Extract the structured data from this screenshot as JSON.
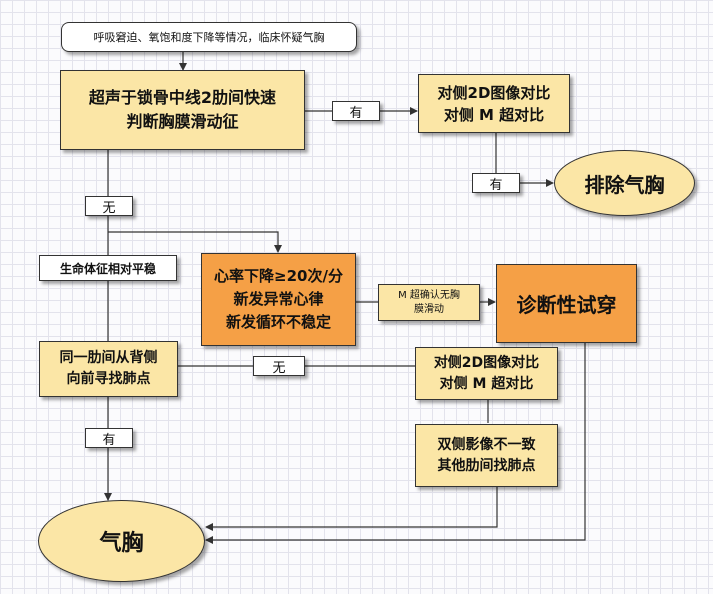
{
  "nodes": {
    "start": "呼吸窘迫、氧饱和度下降等情况，临床怀疑气胸",
    "us_check": "超声于锁骨中线2肋间快速判断胸膜滑动征",
    "compare_top_1": "对侧2D图像对比",
    "compare_top_2": "对侧 M 超对比",
    "exclude": "排除气胸",
    "stable": "生命体征相对平稳",
    "unstable_1": "心率下降≥20次/分",
    "unstable_2": "新发异常心律",
    "unstable_3": "新发循环不稳定",
    "m_confirm_1": "M 超确认无胸",
    "m_confirm_2": "膜滑动",
    "diagnostic": "诊断性试穿",
    "search_1": "同一肋间从背侧",
    "search_2": "向前寻找肺点",
    "compare_mid_1": "对侧2D图像对比",
    "compare_mid_2": "对侧 M 超对比",
    "inconsistent_1": "双侧影像不一致",
    "inconsistent_2": "其他肋间找肺点",
    "pneumothorax": "气胸"
  },
  "labels": {
    "yes_top": "有",
    "yes_right": "有",
    "no_left": "无",
    "no_mid": "无",
    "yes_left": "有"
  }
}
